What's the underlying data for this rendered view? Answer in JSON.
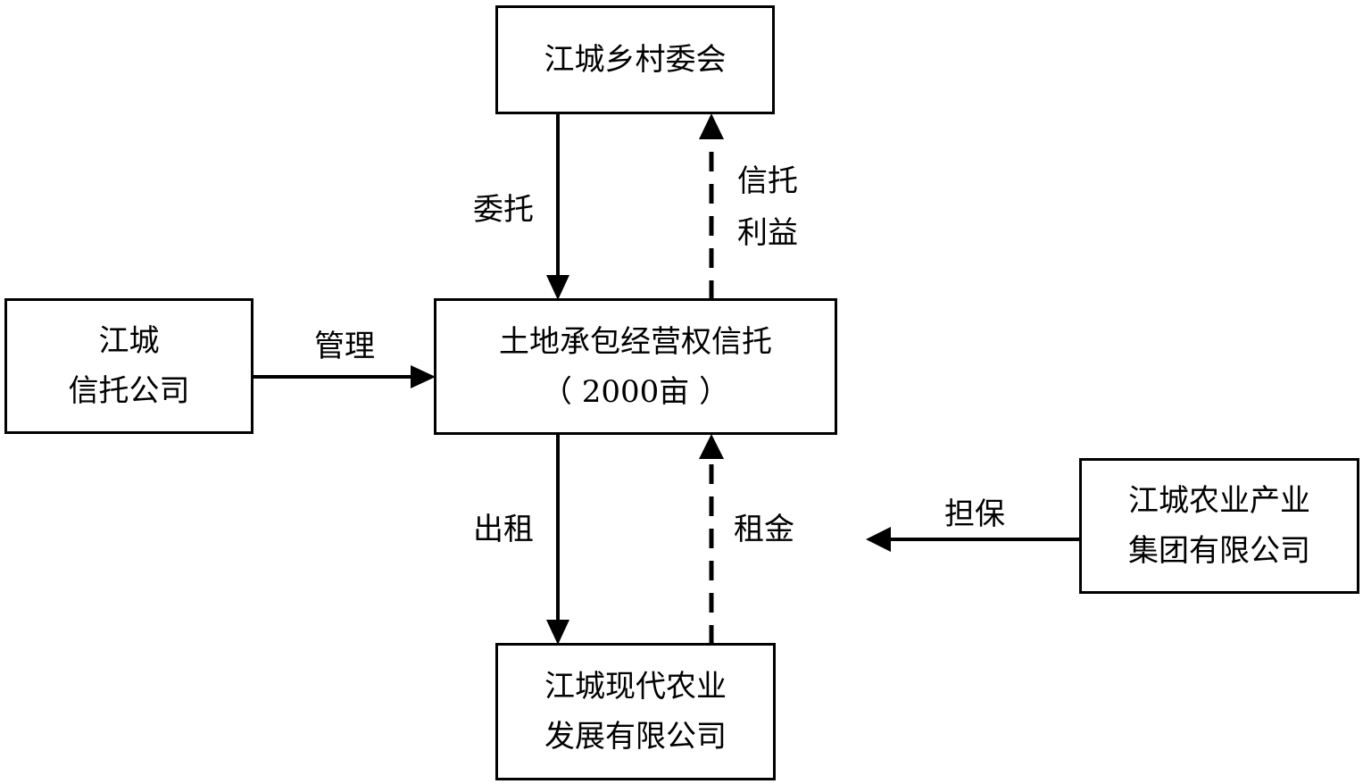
{
  "nodes": {
    "village_committee": {
      "lines": [
        "江城乡村委会"
      ]
    },
    "trust_company": {
      "lines": [
        "江城",
        "信托公司"
      ]
    },
    "land_trust": {
      "lines": [
        "土地承包经营权信托",
        "（ 2000亩 ）"
      ]
    },
    "agri_group": {
      "lines": [
        "江城农业产业",
        "集团有限公司"
      ]
    },
    "modern_agri": {
      "lines": [
        "江城现代农业",
        "发展有限公司"
      ]
    }
  },
  "edges": {
    "entrust": {
      "label": "委托",
      "from": "江城乡村委会",
      "to": "土地承包经营权信托",
      "style": "solid"
    },
    "trust_benefit": {
      "label_lines": [
        "信托",
        "利益"
      ],
      "from": "土地承包经营权信托",
      "to": "江城乡村委会",
      "style": "dashed"
    },
    "manage": {
      "label": "管理",
      "from": "江城信托公司",
      "to": "土地承包经营权信托",
      "style": "solid"
    },
    "lease": {
      "label": "出租",
      "from": "土地承包经营权信托",
      "to": "江城现代农业发展有限公司",
      "style": "solid"
    },
    "rent": {
      "label": "租金",
      "from": "江城现代农业发展有限公司",
      "to": "土地承包经营权信托",
      "style": "dashed"
    },
    "guarantee": {
      "label": "担保",
      "from": "江城农业产业集团有限公司",
      "to": "租金",
      "style": "solid"
    }
  }
}
